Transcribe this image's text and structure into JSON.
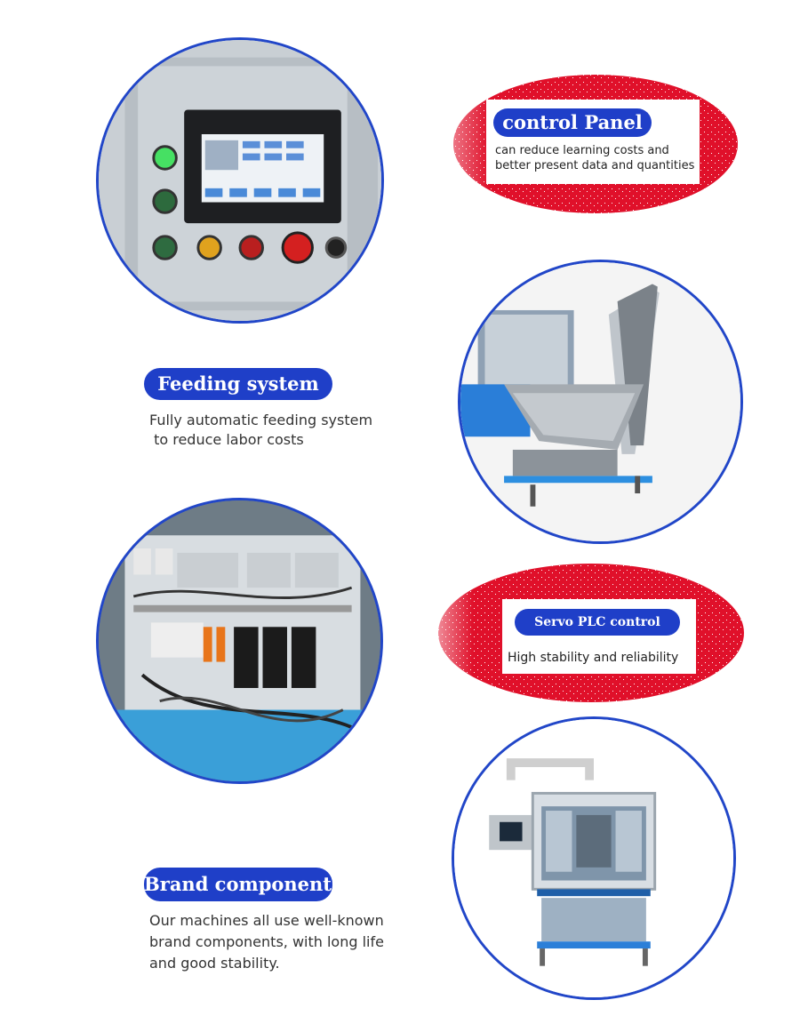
{
  "sections": {
    "control_panel": {
      "title": "control Panel",
      "text_line1": "can reduce learning costs and",
      "text_line2": "better present data and quantities"
    },
    "feeding_system": {
      "title": "Feeding system",
      "text_line1": "Fully automatic feeding system",
      "text_line2": " to reduce labor costs"
    },
    "servo_plc": {
      "title": "Servo PLC control",
      "text_line1": "High stability and reliability"
    },
    "brand_components": {
      "title": "Brand components",
      "text_line1": "Our machines all use well-known",
      "text_line2": "brand components, with long life",
      "text_line3": "and good stability."
    }
  },
  "colors": {
    "accent_blue": "#1f3fc8",
    "speckle_red": "#e0102a"
  },
  "icons": [
    "control-panel-photo",
    "feeding-system-photo",
    "electrical-cabinet-photo",
    "machine-photo"
  ]
}
